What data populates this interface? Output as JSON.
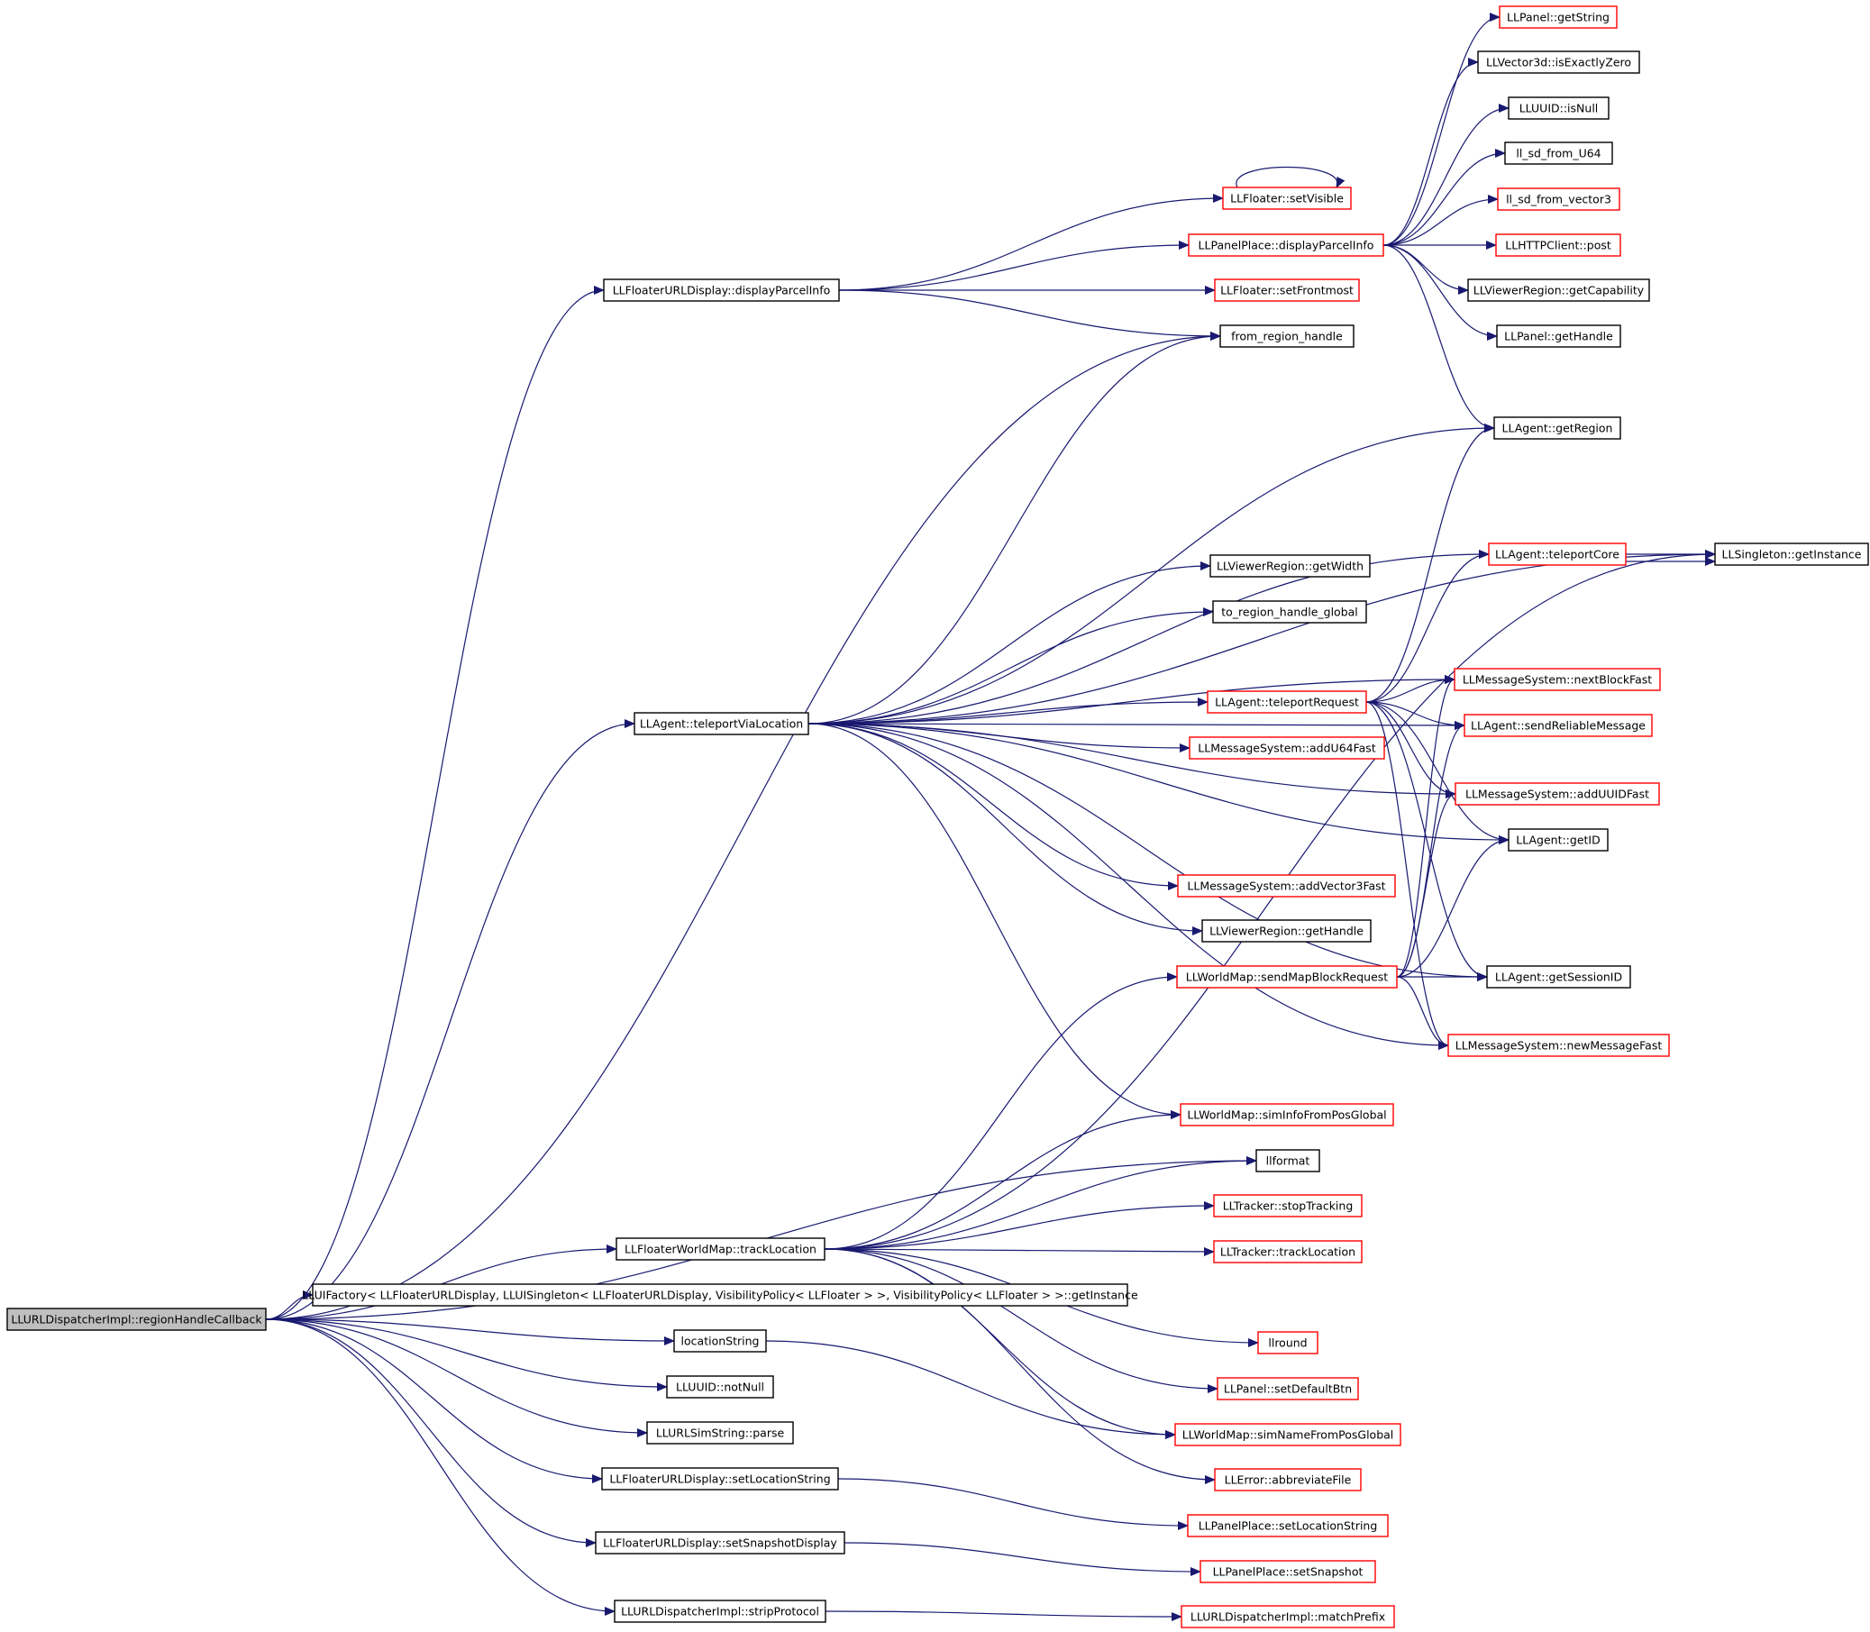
{
  "colors": {
    "edge": "#191970",
    "node_border_default": "#000000",
    "node_border_truncated": "#ff0000",
    "root_fill": "#bfbfbf",
    "node_fill": "#ffffff"
  },
  "nodes": {
    "root": {
      "label": "LLURLDispatcherImpl::regionHandleCallback",
      "style": "root"
    },
    "displayParcelInfo_url": {
      "label": "LLFloaterURLDisplay::displayParcelInfo",
      "style": "normal"
    },
    "from_region_handle": {
      "label": "from_region_handle",
      "style": "normal"
    },
    "teleportViaLocation": {
      "label": "LLAgent::teleportViaLocation",
      "style": "normal"
    },
    "trackLocation_worldmap": {
      "label": "LLFloaterWorldMap::trackLocation",
      "style": "normal"
    },
    "uifactory_getInstance": {
      "label": "LLUIFactory< LLFloaterURLDisplay, LLUISingleton< LLFloaterURLDisplay, VisibilityPolicy< LLFloater > >, VisibilityPolicy< LLFloater > >::getInstance",
      "style": "normal"
    },
    "locationString": {
      "label": "locationString",
      "style": "normal"
    },
    "notNull": {
      "label": "LLUUID::notNull",
      "style": "normal"
    },
    "simstring_parse": {
      "label": "LLURLSimString::parse",
      "style": "normal"
    },
    "setLocationString_url": {
      "label": "LLFloaterURLDisplay::setLocationString",
      "style": "normal"
    },
    "setSnapshotDisplay": {
      "label": "LLFloaterURLDisplay::setSnapshotDisplay",
      "style": "normal"
    },
    "stripProtocol": {
      "label": "LLURLDispatcherImpl::stripProtocol",
      "style": "normal"
    },
    "floater_setVisible": {
      "label": "LLFloater::setVisible",
      "style": "truncated"
    },
    "panelplace_displayParcelInfo": {
      "label": "LLPanelPlace::displayParcelInfo",
      "style": "truncated"
    },
    "floater_setFrontmost": {
      "label": "LLFloater::setFrontmost",
      "style": "truncated"
    },
    "panel_getString": {
      "label": "LLPanel::getString",
      "style": "truncated"
    },
    "vector3d_isExactlyZero": {
      "label": "LLVector3d::isExactlyZero",
      "style": "normal"
    },
    "uuid_isNull": {
      "label": "LLUUID::isNull",
      "style": "normal"
    },
    "ll_sd_from_U64": {
      "label": "ll_sd_from_U64",
      "style": "normal"
    },
    "ll_sd_from_vector3": {
      "label": "ll_sd_from_vector3",
      "style": "truncated"
    },
    "httpclient_post": {
      "label": "LLHTTPClient::post",
      "style": "truncated"
    },
    "viewerregion_getCapability": {
      "label": "LLViewerRegion::getCapability",
      "style": "normal"
    },
    "panel_getHandle": {
      "label": "LLPanel::getHandle",
      "style": "normal"
    },
    "agent_getRegion": {
      "label": "LLAgent::getRegion",
      "style": "normal"
    },
    "agent_teleportCore": {
      "label": "LLAgent::teleportCore",
      "style": "truncated"
    },
    "singleton_getInstance": {
      "label": "LLSingleton::getInstance",
      "style": "normal"
    },
    "viewerregion_getWidth": {
      "label": "LLViewerRegion::getWidth",
      "style": "normal"
    },
    "to_region_handle_global": {
      "label": "to_region_handle_global",
      "style": "normal"
    },
    "msg_nextBlockFast": {
      "label": "LLMessageSystem::nextBlockFast",
      "style": "truncated"
    },
    "agent_teleportRequest": {
      "label": "LLAgent::teleportRequest",
      "style": "truncated"
    },
    "agent_sendReliableMessage": {
      "label": "LLAgent::sendReliableMessage",
      "style": "truncated"
    },
    "msg_addU64Fast": {
      "label": "LLMessageSystem::addU64Fast",
      "style": "truncated"
    },
    "msg_addUUIDFast": {
      "label": "LLMessageSystem::addUUIDFast",
      "style": "truncated"
    },
    "agent_getID": {
      "label": "LLAgent::getID",
      "style": "normal"
    },
    "msg_addVector3Fast": {
      "label": "LLMessageSystem::addVector3Fast",
      "style": "truncated"
    },
    "viewerregion_getHandle": {
      "label": "LLViewerRegion::getHandle",
      "style": "normal"
    },
    "worldmap_sendMapBlockRequest": {
      "label": "LLWorldMap::sendMapBlockRequest",
      "style": "truncated"
    },
    "agent_getSessionID": {
      "label": "LLAgent::getSessionID",
      "style": "normal"
    },
    "msg_newMessageFast": {
      "label": "LLMessageSystem::newMessageFast",
      "style": "truncated"
    },
    "worldmap_simInfoFromPosGlobal": {
      "label": "LLWorldMap::simInfoFromPosGlobal",
      "style": "truncated"
    },
    "llformat": {
      "label": "llformat",
      "style": "normal"
    },
    "tracker_stopTracking": {
      "label": "LLTracker::stopTracking",
      "style": "truncated"
    },
    "tracker_trackLocation": {
      "label": "LLTracker::trackLocation",
      "style": "truncated"
    },
    "llround": {
      "label": "llround",
      "style": "truncated"
    },
    "panel_setDefaultBtn": {
      "label": "LLPanel::setDefaultBtn",
      "style": "truncated"
    },
    "worldmap_simNameFromPosGlobal": {
      "label": "LLWorldMap::simNameFromPosGlobal",
      "style": "truncated"
    },
    "error_abbreviateFile": {
      "label": "LLError::abbreviateFile",
      "style": "truncated"
    },
    "panelplace_setLocationString": {
      "label": "LLPanelPlace::setLocationString",
      "style": "truncated"
    },
    "panelplace_setSnapshot": {
      "label": "LLPanelPlace::setSnapshot",
      "style": "truncated"
    },
    "matchPrefix": {
      "label": "LLURLDispatcherImpl::matchPrefix",
      "style": "truncated"
    }
  },
  "edges": [
    [
      "root",
      "displayParcelInfo_url"
    ],
    [
      "root",
      "from_region_handle"
    ],
    [
      "root",
      "teleportViaLocation"
    ],
    [
      "root",
      "llformat"
    ],
    [
      "root",
      "trackLocation_worldmap"
    ],
    [
      "root",
      "uifactory_getInstance"
    ],
    [
      "root",
      "locationString"
    ],
    [
      "root",
      "notNull"
    ],
    [
      "root",
      "simstring_parse"
    ],
    [
      "root",
      "setLocationString_url"
    ],
    [
      "root",
      "setSnapshotDisplay"
    ],
    [
      "root",
      "stripProtocol"
    ],
    [
      "displayParcelInfo_url",
      "floater_setVisible"
    ],
    [
      "displayParcelInfo_url",
      "panelplace_displayParcelInfo"
    ],
    [
      "displayParcelInfo_url",
      "floater_setFrontmost"
    ],
    [
      "displayParcelInfo_url",
      "from_region_handle"
    ],
    [
      "floater_setVisible",
      "floater_setVisible"
    ],
    [
      "panelplace_displayParcelInfo",
      "panel_getString"
    ],
    [
      "panelplace_displayParcelInfo",
      "vector3d_isExactlyZero"
    ],
    [
      "panelplace_displayParcelInfo",
      "uuid_isNull"
    ],
    [
      "panelplace_displayParcelInfo",
      "ll_sd_from_U64"
    ],
    [
      "panelplace_displayParcelInfo",
      "ll_sd_from_vector3"
    ],
    [
      "panelplace_displayParcelInfo",
      "httpclient_post"
    ],
    [
      "panelplace_displayParcelInfo",
      "viewerregion_getCapability"
    ],
    [
      "panelplace_displayParcelInfo",
      "panel_getHandle"
    ],
    [
      "panelplace_displayParcelInfo",
      "agent_getRegion"
    ],
    [
      "teleportViaLocation",
      "from_region_handle"
    ],
    [
      "teleportViaLocation",
      "agent_getRegion"
    ],
    [
      "teleportViaLocation",
      "singleton_getInstance"
    ],
    [
      "teleportViaLocation",
      "agent_teleportCore"
    ],
    [
      "teleportViaLocation",
      "viewerregion_getWidth"
    ],
    [
      "teleportViaLocation",
      "to_region_handle_global"
    ],
    [
      "teleportViaLocation",
      "msg_nextBlockFast"
    ],
    [
      "teleportViaLocation",
      "agent_teleportRequest"
    ],
    [
      "teleportViaLocation",
      "agent_sendReliableMessage"
    ],
    [
      "teleportViaLocation",
      "msg_addU64Fast"
    ],
    [
      "teleportViaLocation",
      "msg_addUUIDFast"
    ],
    [
      "teleportViaLocation",
      "agent_getID"
    ],
    [
      "teleportViaLocation",
      "msg_addVector3Fast"
    ],
    [
      "teleportViaLocation",
      "viewerregion_getHandle"
    ],
    [
      "teleportViaLocation",
      "agent_getSessionID"
    ],
    [
      "teleportViaLocation",
      "msg_newMessageFast"
    ],
    [
      "teleportViaLocation",
      "worldmap_simInfoFromPosGlobal"
    ],
    [
      "agent_teleportCore",
      "singleton_getInstance"
    ],
    [
      "agent_teleportCore",
      "singleton_getInstance"
    ],
    [
      "agent_teleportRequest",
      "agent_getRegion"
    ],
    [
      "agent_teleportRequest",
      "agent_teleportCore"
    ],
    [
      "agent_teleportRequest",
      "msg_nextBlockFast"
    ],
    [
      "agent_teleportRequest",
      "agent_sendReliableMessage"
    ],
    [
      "agent_teleportRequest",
      "msg_addUUIDFast"
    ],
    [
      "agent_teleportRequest",
      "agent_getID"
    ],
    [
      "agent_teleportRequest",
      "agent_getSessionID"
    ],
    [
      "agent_teleportRequest",
      "msg_newMessageFast"
    ],
    [
      "worldmap_sendMapBlockRequest",
      "msg_nextBlockFast"
    ],
    [
      "worldmap_sendMapBlockRequest",
      "agent_sendReliableMessage"
    ],
    [
      "worldmap_sendMapBlockRequest",
      "msg_addUUIDFast"
    ],
    [
      "worldmap_sendMapBlockRequest",
      "agent_getID"
    ],
    [
      "worldmap_sendMapBlockRequest",
      "agent_getSessionID"
    ],
    [
      "worldmap_sendMapBlockRequest",
      "msg_newMessageFast"
    ],
    [
      "trackLocation_worldmap",
      "worldmap_sendMapBlockRequest"
    ],
    [
      "trackLocation_worldmap",
      "worldmap_simInfoFromPosGlobal"
    ],
    [
      "trackLocation_worldmap",
      "llformat"
    ],
    [
      "trackLocation_worldmap",
      "tracker_stopTracking"
    ],
    [
      "trackLocation_worldmap",
      "tracker_trackLocation"
    ],
    [
      "trackLocation_worldmap",
      "llround"
    ],
    [
      "trackLocation_worldmap",
      "panel_setDefaultBtn"
    ],
    [
      "trackLocation_worldmap",
      "worldmap_simNameFromPosGlobal"
    ],
    [
      "trackLocation_worldmap",
      "error_abbreviateFile"
    ],
    [
      "trackLocation_worldmap",
      "singleton_getInstance"
    ],
    [
      "locationString",
      "worldmap_simNameFromPosGlobal"
    ],
    [
      "setLocationString_url",
      "panelplace_setLocationString"
    ],
    [
      "setSnapshotDisplay",
      "panelplace_setSnapshot"
    ],
    [
      "stripProtocol",
      "matchPrefix"
    ]
  ]
}
